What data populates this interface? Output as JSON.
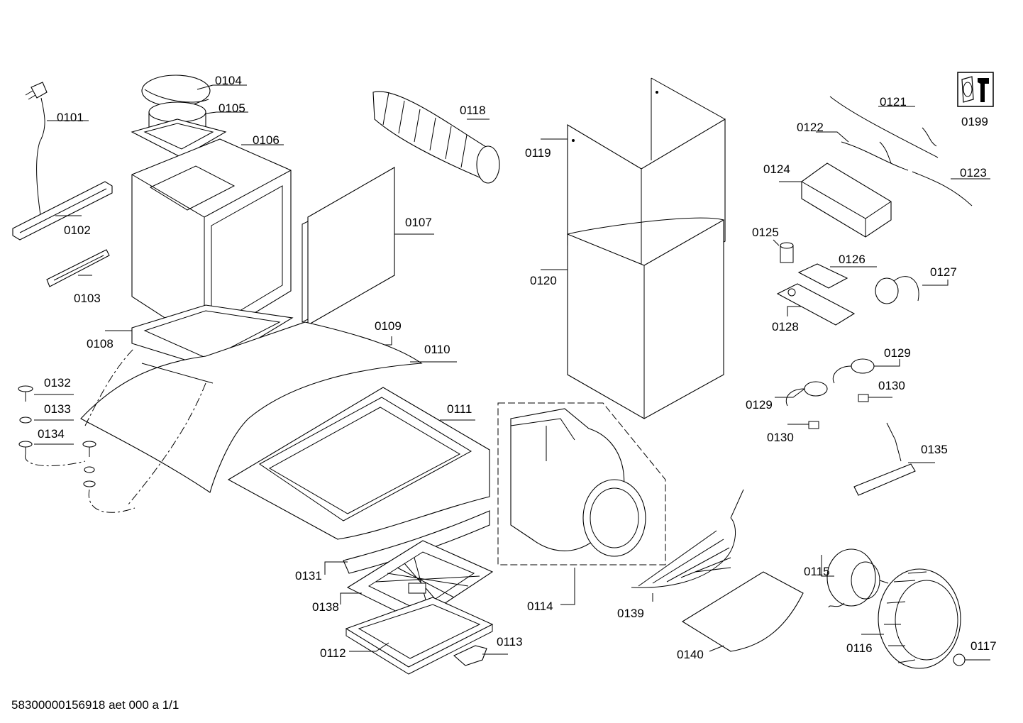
{
  "footer": {
    "code": "58300000156918 aet 000 a 1/1"
  },
  "parts": {
    "p0101": "0101",
    "p0102": "0102",
    "p0103": "0103",
    "p0104": "0104",
    "p0105": "0105",
    "p0106": "0106",
    "p0107": "0107",
    "p0108": "0108",
    "p0109": "0109",
    "p0110": "0110",
    "p0111": "0111",
    "p0112": "0112",
    "p0113": "0113",
    "p0114": "0114",
    "p0115": "0115",
    "p0116": "0116",
    "p0117": "0117",
    "p0118": "0118",
    "p0119": "0119",
    "p0120": "0120",
    "p0121": "0121",
    "p0122": "0122",
    "p0123": "0123",
    "p0124": "0124",
    "p0125": "0125",
    "p0126": "0126",
    "p0127": "0127",
    "p0128": "0128",
    "p0129a": "0129",
    "p0129b": "0129",
    "p0130a": "0130",
    "p0130b": "0130",
    "p0131": "0131",
    "p0132": "0132",
    "p0133": "0133",
    "p0134": "0134",
    "p0135": "0135",
    "p0138": "0138",
    "p0139": "0139",
    "p0140": "0140",
    "p0199": "0199"
  }
}
